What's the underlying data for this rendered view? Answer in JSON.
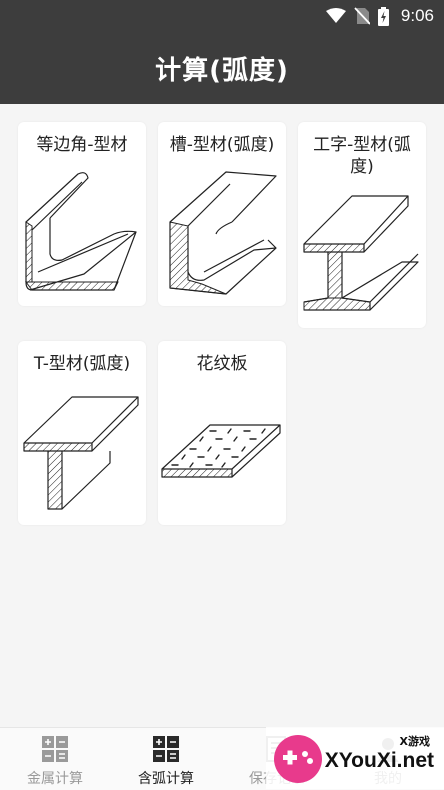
{
  "status_bar": {
    "time": "9:06"
  },
  "app_bar": {
    "title": "计算(弧度)"
  },
  "cards": [
    {
      "label": "等边角-型材"
    },
    {
      "label": "槽-型材(弧度)"
    },
    {
      "label": "工字-型材(弧度)"
    },
    {
      "label": "T-型材(弧度)"
    },
    {
      "label": "花纹板"
    }
  ],
  "bottom_nav": [
    {
      "label": "金属计算"
    },
    {
      "label": "含弧计算"
    },
    {
      "label": "保存记录"
    },
    {
      "label": "我的"
    }
  ],
  "watermark": {
    "small": "X游戏",
    "big": "XYouXi.net"
  },
  "colors": {
    "header": "#3d3d3d",
    "background": "#f5f5f5",
    "card": "#ffffff",
    "nav_active": "#222222",
    "nav_inactive": "#9a9a9a"
  }
}
